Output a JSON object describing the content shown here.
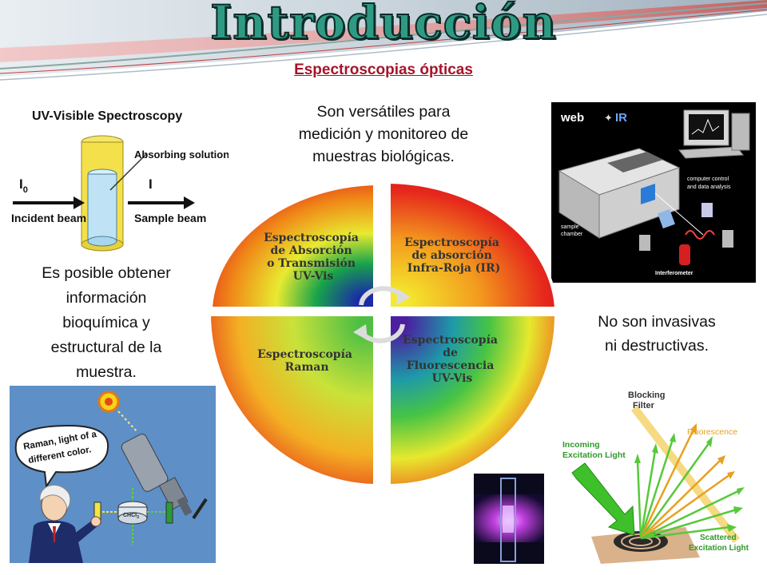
{
  "slide": {
    "title": "Introducción",
    "subtitle": "Espectroscopias ópticas",
    "text_top": [
      "Son versátiles para",
      "medición y monitoreo de",
      "muestras biológicas."
    ],
    "text_left": [
      "Es posible obtener",
      "información",
      "bioquímica y",
      "estructural de la",
      "muestra."
    ],
    "text_right": [
      "No son invasivas",
      "ni destructivas."
    ]
  },
  "wheel": {
    "q_top_left": [
      "Espectroscopía",
      "de Absorción",
      "o Transmisión",
      "UV-Vis"
    ],
    "q_top_right": [
      "Espectroscopía",
      "de absorción",
      "Infra-Roja (IR)"
    ],
    "q_bottom_left": [
      "Espectroscopía",
      "Raman"
    ],
    "q_bottom_right": [
      "Espectroscopía",
      "de",
      "Fluorescencia",
      "UV-Vis"
    ]
  },
  "uvvis_figure": {
    "title": "UV-Visible Spectroscopy",
    "absorbing": "Absorbing solution",
    "i0": "I",
    "i0_sub": "0",
    "i": "I",
    "incident": "Incident beam",
    "sample": "Sample beam"
  },
  "ir_figure": {
    "brand": "web",
    "brand_ir": "IR",
    "computer": [
      "computer control",
      "and data analysis"
    ],
    "sample_chamber": [
      "sample",
      "chamber"
    ],
    "interferometer": "Interferometer"
  },
  "raman_figure": {
    "bubble": [
      "Raman, light of a",
      "different color."
    ],
    "chcl3": "CHCl",
    "chcl3_sub": "3"
  },
  "fluor_figure": {
    "blocking": [
      "Blocking",
      "Filter"
    ],
    "fluorescence": "Fluorescence",
    "incoming": [
      "Incoming",
      "Excitation Light"
    ],
    "scattered": [
      "Scattered",
      "Excitation Light"
    ]
  },
  "colors": {
    "title_fill": "#2f9a84",
    "subtitle": "#a5142a",
    "ir_bg": "#000000",
    "raman_bg": "#5e8fc6"
  }
}
